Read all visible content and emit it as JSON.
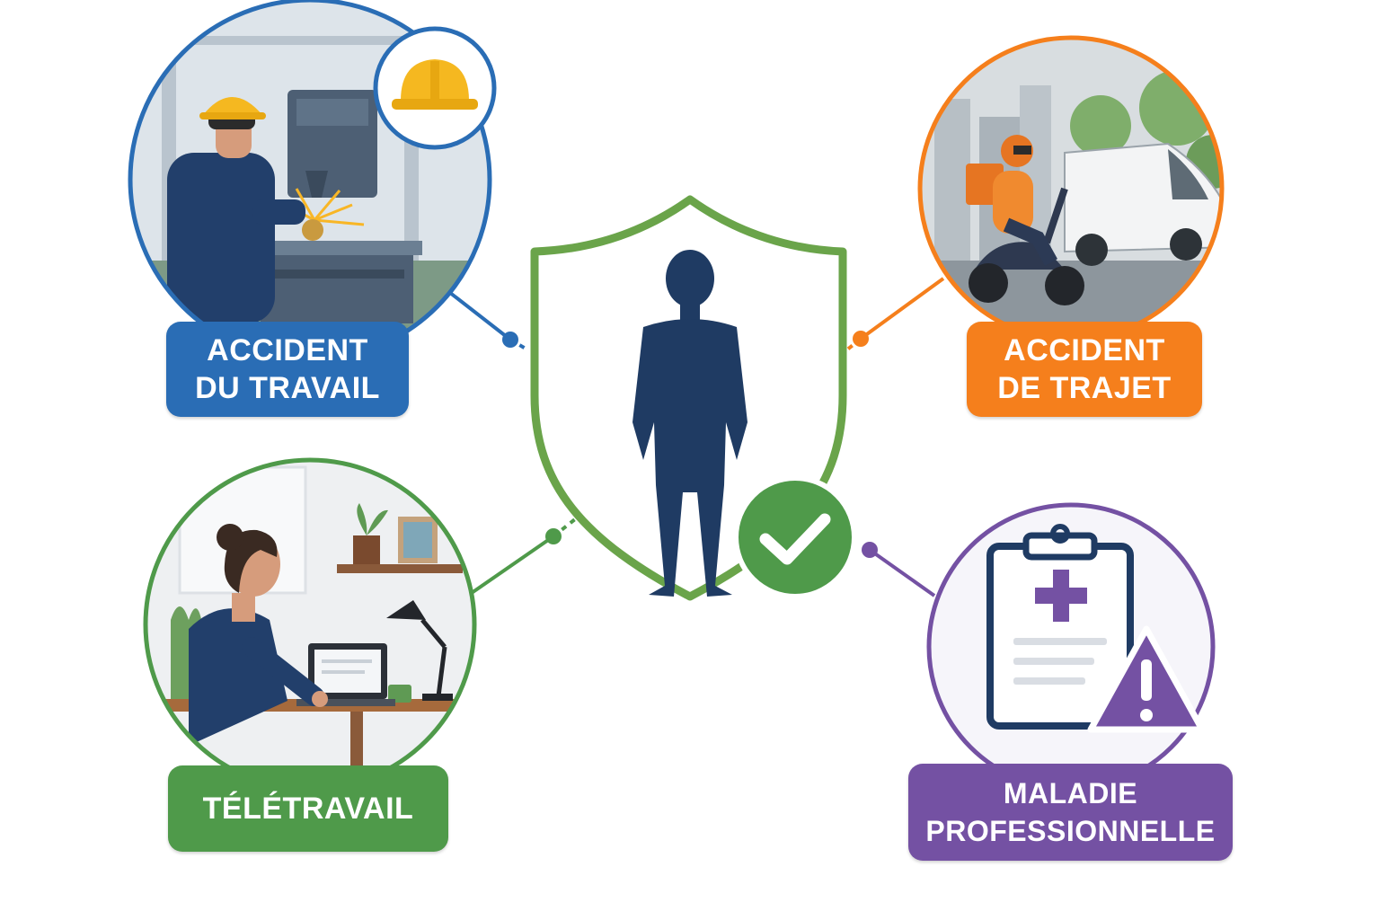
{
  "colors": {
    "blue": "#2a6db5",
    "orange": "#f57f1c",
    "green": "#5a9a3e",
    "purple": "#7451a3",
    "navy": "#1f3b63"
  },
  "center": {
    "shield_icon": "shield-icon",
    "person_icon": "person-silhouette-icon",
    "check_icon": "check-badge-icon"
  },
  "nodes": {
    "accident_travail": {
      "label_line1": "ACCIDENT",
      "label_line2": "DU TRAVAIL",
      "icon": "hard-hat-icon",
      "scene": "factory-worker-scene"
    },
    "accident_trajet": {
      "label_line1": "ACCIDENT",
      "label_line2": "DE TRAJET",
      "scene": "scooter-and-van-scene"
    },
    "teletravail": {
      "label_line1": "TÉLÉTRAVAIL",
      "scene": "home-office-scene"
    },
    "maladie": {
      "label_line1": "MALADIE",
      "label_line2": "PROFESSIONNELLE",
      "icon": "medical-clipboard-warning-icon",
      "scene": "clipboard-scene"
    }
  }
}
